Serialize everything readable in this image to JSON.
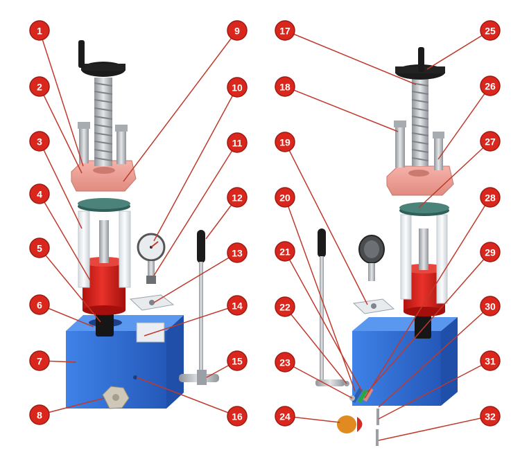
{
  "colors": {
    "callout": "#d9271d",
    "callout_stroke": "#9c1a14",
    "leader": "#c0392b",
    "base_block": "#2f6fd6",
    "cylinder": "#d6201b",
    "top_plate": "#f0a59c",
    "handle": "#1b1b1b",
    "steel": "#b9bdc2"
  },
  "callouts": [
    {
      "id": "1"
    },
    {
      "id": "2"
    },
    {
      "id": "3"
    },
    {
      "id": "4"
    },
    {
      "id": "5"
    },
    {
      "id": "6"
    },
    {
      "id": "7"
    },
    {
      "id": "8"
    },
    {
      "id": "9"
    },
    {
      "id": "10"
    },
    {
      "id": "11"
    },
    {
      "id": "12"
    },
    {
      "id": "13"
    },
    {
      "id": "14"
    },
    {
      "id": "15"
    },
    {
      "id": "16"
    },
    {
      "id": "17"
    },
    {
      "id": "18"
    },
    {
      "id": "19"
    },
    {
      "id": "20"
    },
    {
      "id": "21"
    },
    {
      "id": "22"
    },
    {
      "id": "23"
    },
    {
      "id": "24"
    },
    {
      "id": "25"
    },
    {
      "id": "26"
    },
    {
      "id": "27"
    },
    {
      "id": "28"
    },
    {
      "id": "29"
    },
    {
      "id": "30"
    },
    {
      "id": "31"
    },
    {
      "id": "32"
    }
  ]
}
